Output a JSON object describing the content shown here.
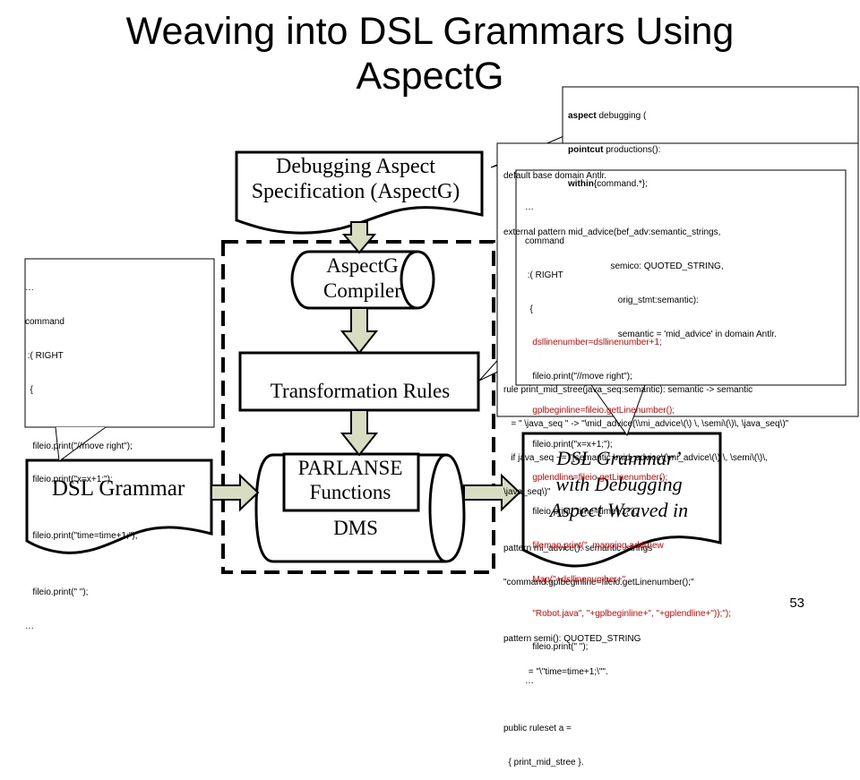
{
  "slide": {
    "title_line1": "Weaving into DSL Grammars Using",
    "title_line2": "AspectG",
    "page_number": "53"
  },
  "boxes": {
    "debug_aspect_line1": "Debugging Aspect",
    "debug_aspect_line2": "Specification (AspectG)",
    "aspectg_compiler_line1": "AspectG",
    "aspectg_compiler_line2": "Compiler",
    "transformation_rules": "Transformation Rules",
    "parlanse_line1": "PARLANSE",
    "parlanse_line2": "Functions",
    "dms": "DMS",
    "dsl_grammar": "DSL Grammar",
    "dsl_grammar_prime_line1": "DSL Grammar’",
    "dsl_grammar_prime_line2": "with Debugging",
    "dsl_grammar_prime_line3": "Aspect Weaved in"
  },
  "callout_left": {
    "lines": [
      "…",
      "command",
      " :( RIGHT",
      "  {",
      "",
      "   fileio.print(\"//move right\");",
      "   fileio.print(\"x=x+1;\");",
      "",
      "   fileio.print(\"time=time+1;\");",
      "",
      "   fileio.print(\" \");",
      "…"
    ]
  },
  "callout_top": {
    "l1_kw": "aspect",
    "l1_rest": " debugging (",
    "l2_kw": "pointcut",
    "l2_rest": " productions():",
    "l3_kw": "within",
    "l3_rest": "{command.*};"
  },
  "callout_rules": {
    "lines": [
      "default base domain Antlr.",
      "",
      "external pattern mid_advice(bef_adv:semantic_strings,",
      "                                           semico: QUOTED_STRING,",
      "                                              orig_stmt:semantic):",
      "                                              semantic = 'mid_advice' in domain Antlr.",
      "",
      "rule print_mid_stree(java_seq:semantic): semantic -> semantic",
      "   = \" \\java_seq \" -> \"\\mid_advice(\\\\mi_advice\\(\\) \\, \\semi\\(\\)\\, \\java_seq\\)\"",
      "   if java_seq ~= \"[semantic \\mid_advice\\(\\mi_advice\\(\\) \\, \\semi\\(\\)\\,",
      "\\java_seq\\)\"",
      "",
      "pattern mi_advice(): semantic_strings",
      "\"command.gplbeginline=fileio.getLinenumber();\"",
      "",
      "pattern semi(): QUOTED_STRING",
      "          = \"\\\"time=time+1;\\\"\".",
      "",
      "public ruleset a =",
      "  { print_mid_stree }."
    ]
  },
  "overlay_code": {
    "lines": [
      {
        "text": "…",
        "red": false
      },
      {
        "text": "command",
        "red": false
      },
      {
        "text": " :( RIGHT",
        "red": false
      },
      {
        "text": "  {",
        "red": false
      },
      {
        "text": "   dsllinenumber=dsllinenumber+1;",
        "red": true
      },
      {
        "text": "   fileio.print(\"//move right\");",
        "red": false
      },
      {
        "text": "   gplbeginline=fileio.getLinenumber();",
        "red": true
      },
      {
        "text": "   fileio.print(\"x=x+1;\");",
        "red": false
      },
      {
        "text": "   gplendline=fileio.getLinenumber();",
        "red": true
      },
      {
        "text": "   fileio.print(\"time=time+1;\");",
        "red": false
      },
      {
        "text": "   filemap.print(\"  mapping.add(new",
        "red": true
      },
      {
        "text": "   Map(\"+dsllinenumber+\",",
        "red": true
      },
      {
        "text": "   \"Robot.java\", \"+gplbeginline+\", \"+gplendline+\"));\");",
        "red": true
      },
      {
        "text": "   fileio.print(\" \");",
        "red": false
      },
      {
        "text": "…",
        "red": false
      }
    ]
  },
  "colors": {
    "arrow_fill": "#d8dcc0",
    "stroke": "#000000",
    "highlight_text": "#e00000"
  }
}
